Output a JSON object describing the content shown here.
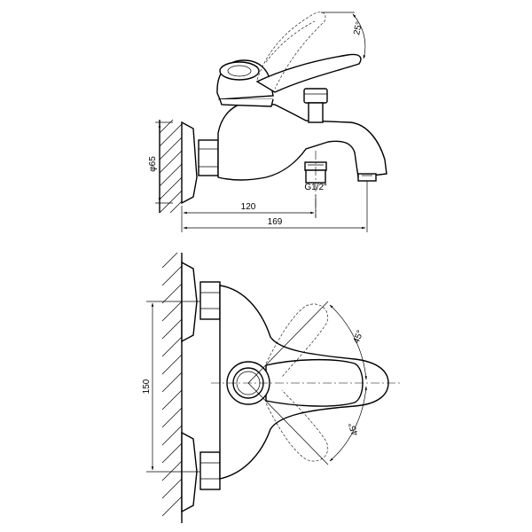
{
  "drawing": {
    "dimensions": {
      "diameter": "φ65",
      "length_short": "120",
      "length_long": "169",
      "thread": "G1/2\"",
      "height": "150",
      "angle_top": "25°",
      "angle_plan_upper": "45°",
      "angle_plan_lower": "45°"
    },
    "views": [
      "side-view",
      "plan-view"
    ]
  }
}
